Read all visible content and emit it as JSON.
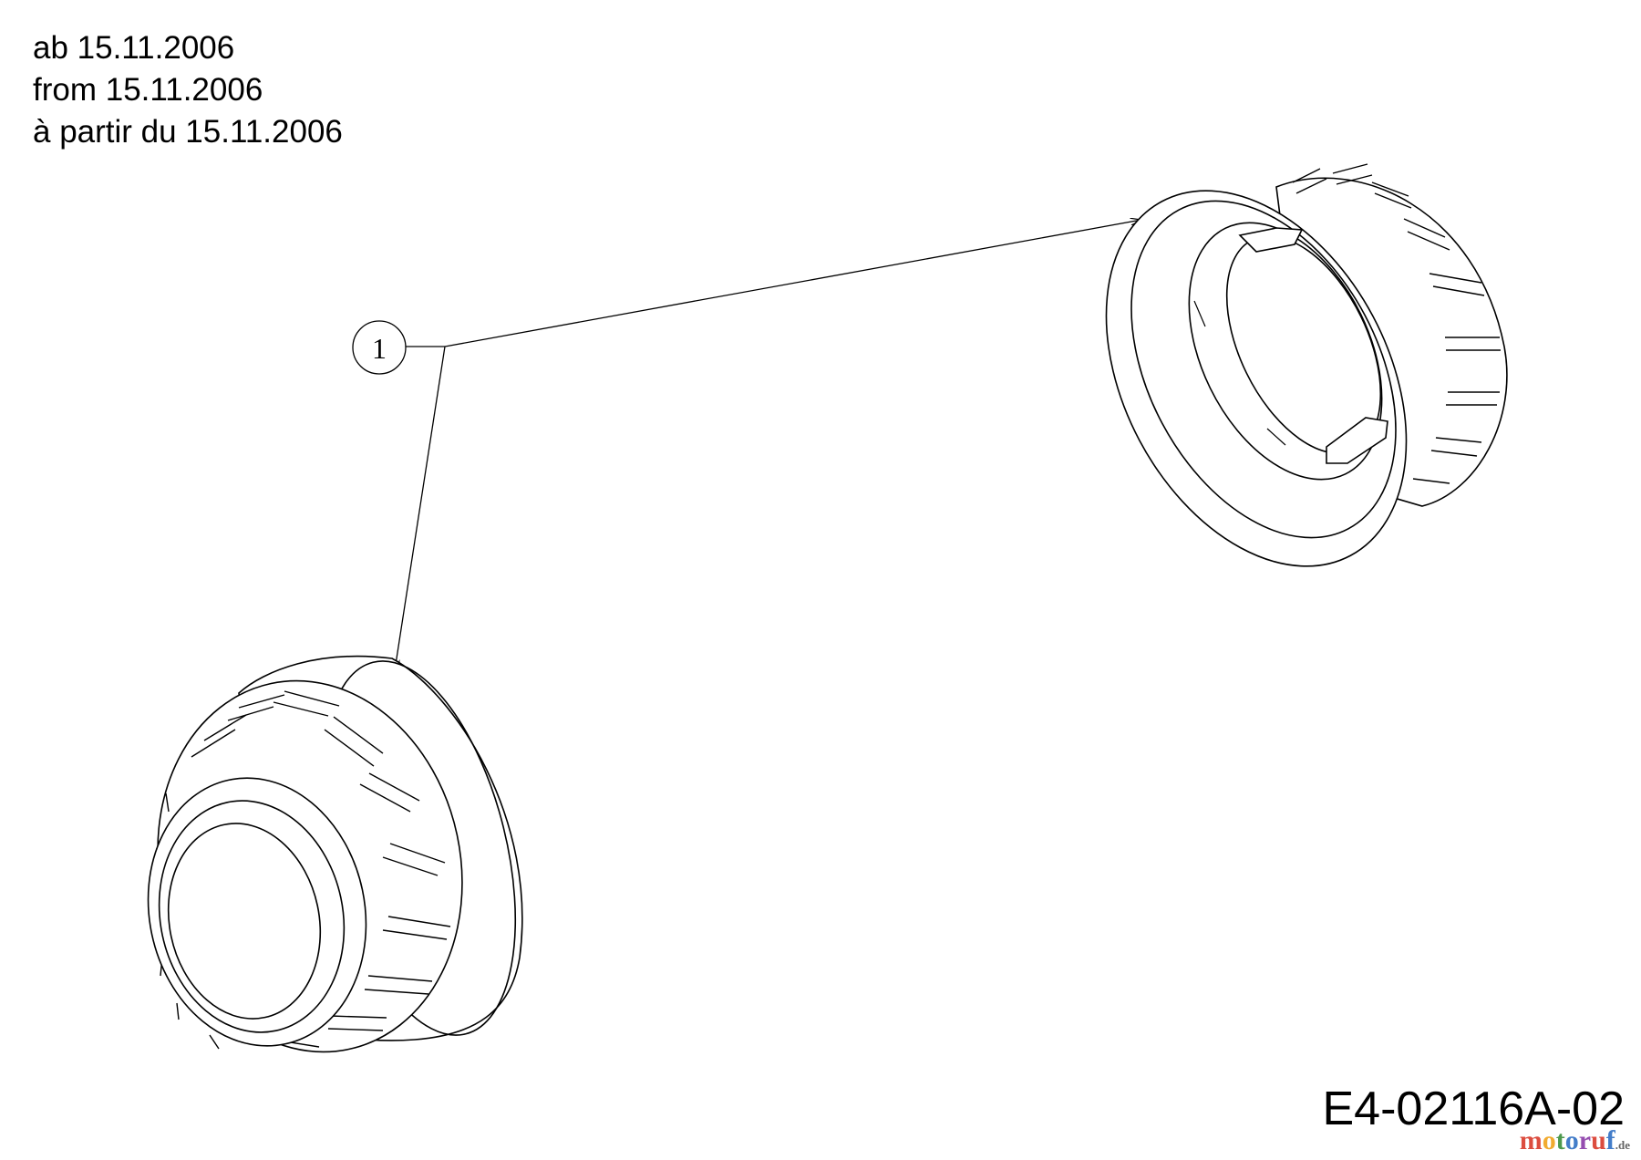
{
  "validity_notes": [
    "ab 15.11.2006",
    "from 15.11.2006",
    "à partir du 15.11.2006"
  ],
  "callout": {
    "number": "1"
  },
  "part_code": "E4-02116A-02",
  "watermark": {
    "brand": "motoruf",
    "tld": ".de",
    "colors": [
      "#d93a2b",
      "#f0a21a",
      "#3a8f3a",
      "#2f6fc4",
      "#8a3aa8",
      "#d93a2b",
      "#2f6fc4"
    ]
  },
  "colors": {
    "line": "#000000",
    "background": "#ffffff"
  }
}
